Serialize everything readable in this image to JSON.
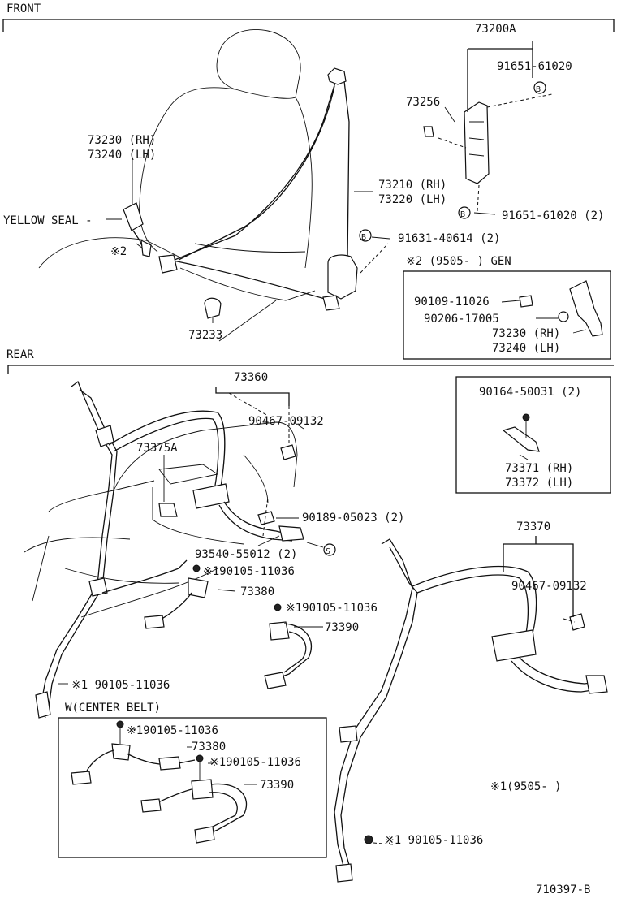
{
  "sections": {
    "front": "FRONT",
    "rear": "REAR",
    "center_belt": "W(CENTER BELT)",
    "diagram_code": "710397-B"
  },
  "front_labels": {
    "p73200A": "73200A",
    "p91651_61020_top": "91651-61020",
    "p73256": "73256",
    "p73230_rh": "73230 (RH)",
    "p73240_lh": "73240 (LH)",
    "p73210_rh": "73210 (RH)",
    "p73220_lh": "73220 (LH)",
    "p91651_61020_2": "91651-61020 (2)",
    "yellow_seal": "YELLOW SEAL -",
    "p91631_40614": "91631-40614 (2)",
    "mark2": "※2",
    "p73233": "73233",
    "b_mark": "B"
  },
  "gen_box": {
    "heading": "※2 (9505-      ) GEN",
    "p90109_11026": "90109-11026",
    "p90206_17005": "90206-17005",
    "p73230_rh": "73230 (RH)",
    "p73240_lh": "73240 (LH)"
  },
  "rear_labels": {
    "p73360": "73360",
    "p90467_09132_a": "90467-09132",
    "p73375A": "73375A",
    "p90189_05023": "90189-05023 (2)",
    "p93540_55012": "93540-55012 (2)",
    "p90105_a": "※190105-11036",
    "p73380": "73380",
    "p90105_b": "※190105-11036",
    "p73390": "73390",
    "p90105_c": "※1 90105-11036",
    "p73370": "73370",
    "p90467_09132_b": "90467-09132",
    "s_mark": "S",
    "p90105_f": "※1 90105-11036",
    "mark1_note": "※1(9505-      )"
  },
  "rear_box": {
    "p90164_50031": "90164-50031 (2)",
    "p73371_rh": "73371 (RH)",
    "p73372_lh": "73372 (LH)"
  },
  "center_box": {
    "p90105_d": "※190105-11036",
    "p73380": "73380",
    "p90105_e": "※190105-11036",
    "p73390": "73390"
  }
}
